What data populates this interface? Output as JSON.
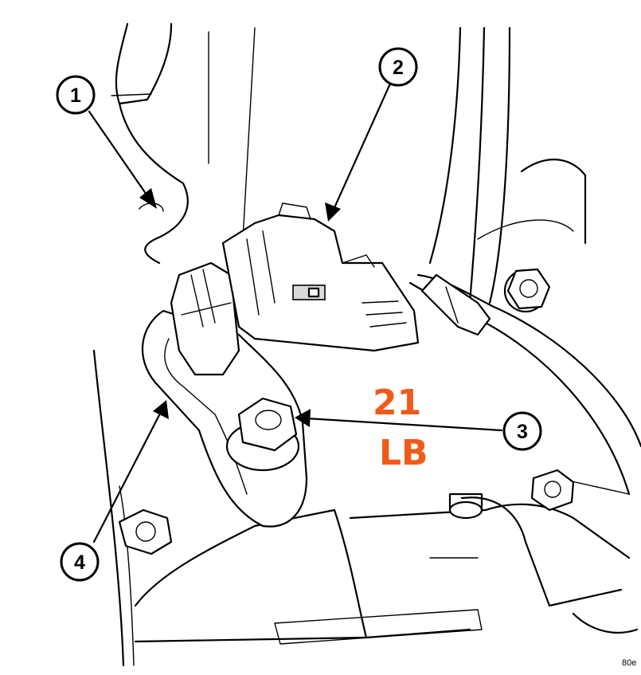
{
  "callouts": [
    {
      "id": "callout-1",
      "label": "1"
    },
    {
      "id": "callout-2",
      "label": "2"
    },
    {
      "id": "callout-3",
      "label": "3"
    },
    {
      "id": "callout-4",
      "label": "4"
    }
  ],
  "torque_note": {
    "line1": "21",
    "line2": "LB",
    "color": "#f05a1a"
  },
  "figure_id": "80e"
}
